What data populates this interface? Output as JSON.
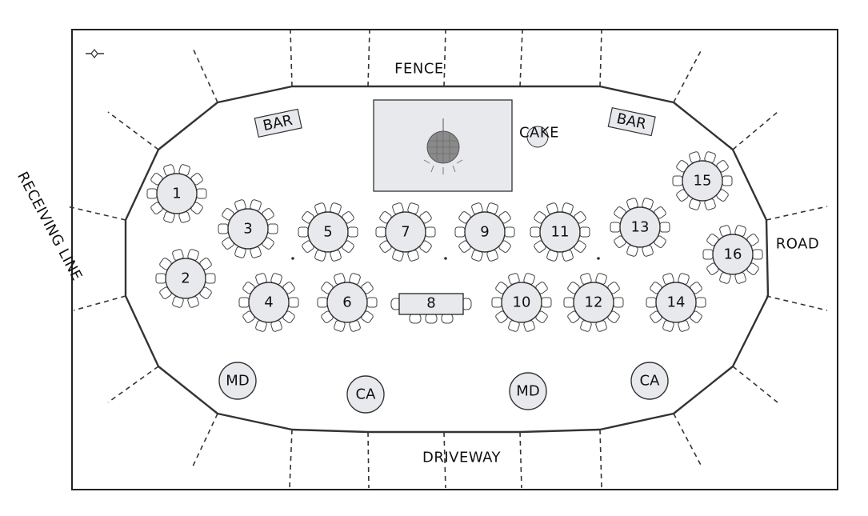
{
  "labels": {
    "fence": "FENCE",
    "driveway": "DRIVEWAY",
    "road": "ROAD",
    "receiving_line": "RECEIVING LINE",
    "cake": "CAKE",
    "bar_left": "BAR",
    "bar_right": "BAR"
  },
  "tables": [
    {
      "number": "1"
    },
    {
      "number": "2"
    },
    {
      "number": "3"
    },
    {
      "number": "4"
    },
    {
      "number": "5"
    },
    {
      "number": "6"
    },
    {
      "number": "7"
    },
    {
      "number": "8"
    },
    {
      "number": "9"
    },
    {
      "number": "10"
    },
    {
      "number": "11"
    },
    {
      "number": "12"
    },
    {
      "number": "13"
    },
    {
      "number": "14"
    },
    {
      "number": "15"
    },
    {
      "number": "16"
    }
  ],
  "stations": [
    "MD",
    "CA",
    "MD",
    "CA"
  ],
  "icons": {
    "disco_ball": "disco-ball-icon",
    "north_marker": "compass-marker-icon"
  }
}
